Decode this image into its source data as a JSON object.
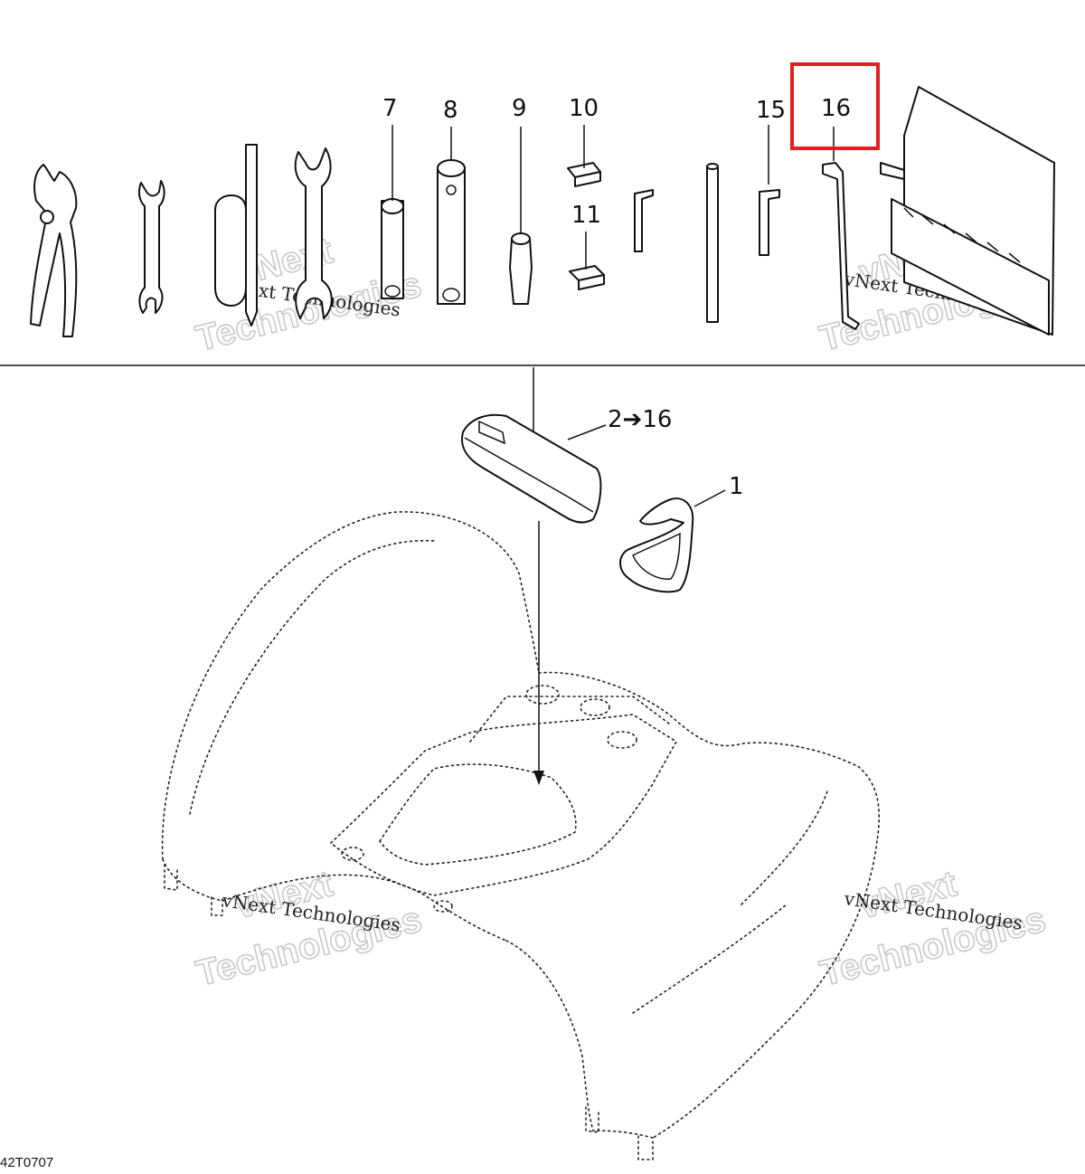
{
  "callouts": {
    "c7": "7",
    "c8": "8",
    "c9": "9",
    "c10": "10",
    "c11": "11",
    "c15": "15",
    "c16": "16",
    "c2to16": "2➔16",
    "c1": "1"
  },
  "figure_code": "42T0707",
  "watermark": {
    "line_small": "vNext Technologies",
    "line_big_1": "vNext",
    "line_big_2": "Technologies"
  },
  "highlight_target": "16",
  "colors": {
    "highlight": "#e02020",
    "line": "#111111",
    "watermark": "#c9c9c9"
  }
}
